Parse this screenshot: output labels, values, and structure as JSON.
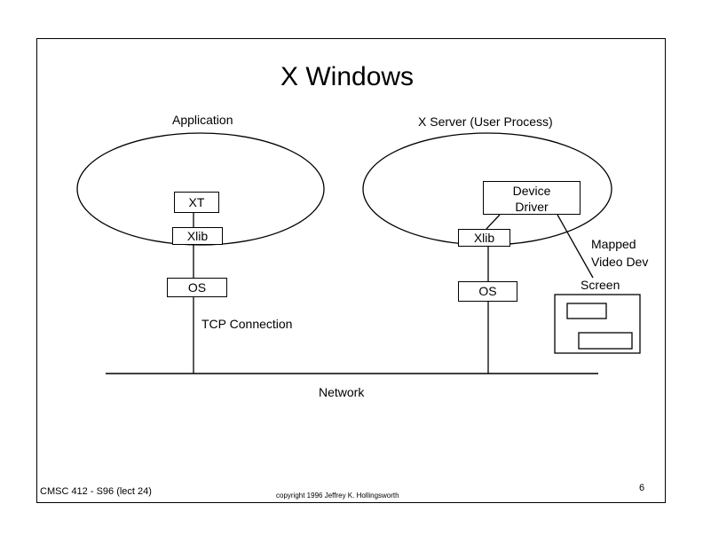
{
  "title": "X Windows",
  "labels": {
    "application": "Application",
    "x_server": "X Server (User Process)",
    "mapped_video_dev_line1": "Mapped",
    "mapped_video_dev_line2": "Video Dev",
    "screen": "Screen",
    "tcp_connection": "TCP Connection",
    "network": "Network"
  },
  "client_boxes": {
    "xt": "XT",
    "xlib": "Xlib",
    "os": "OS"
  },
  "server_boxes": {
    "device_driver_line1": "Device",
    "device_driver_line2": "Driver",
    "xlib": "Xlib",
    "os": "OS"
  },
  "footer": {
    "course": "CMSC 412 - S96  (lect 24)",
    "copyright": "copyright 1996 Jeffrey K. Hollingsworth",
    "page_number": "6"
  }
}
